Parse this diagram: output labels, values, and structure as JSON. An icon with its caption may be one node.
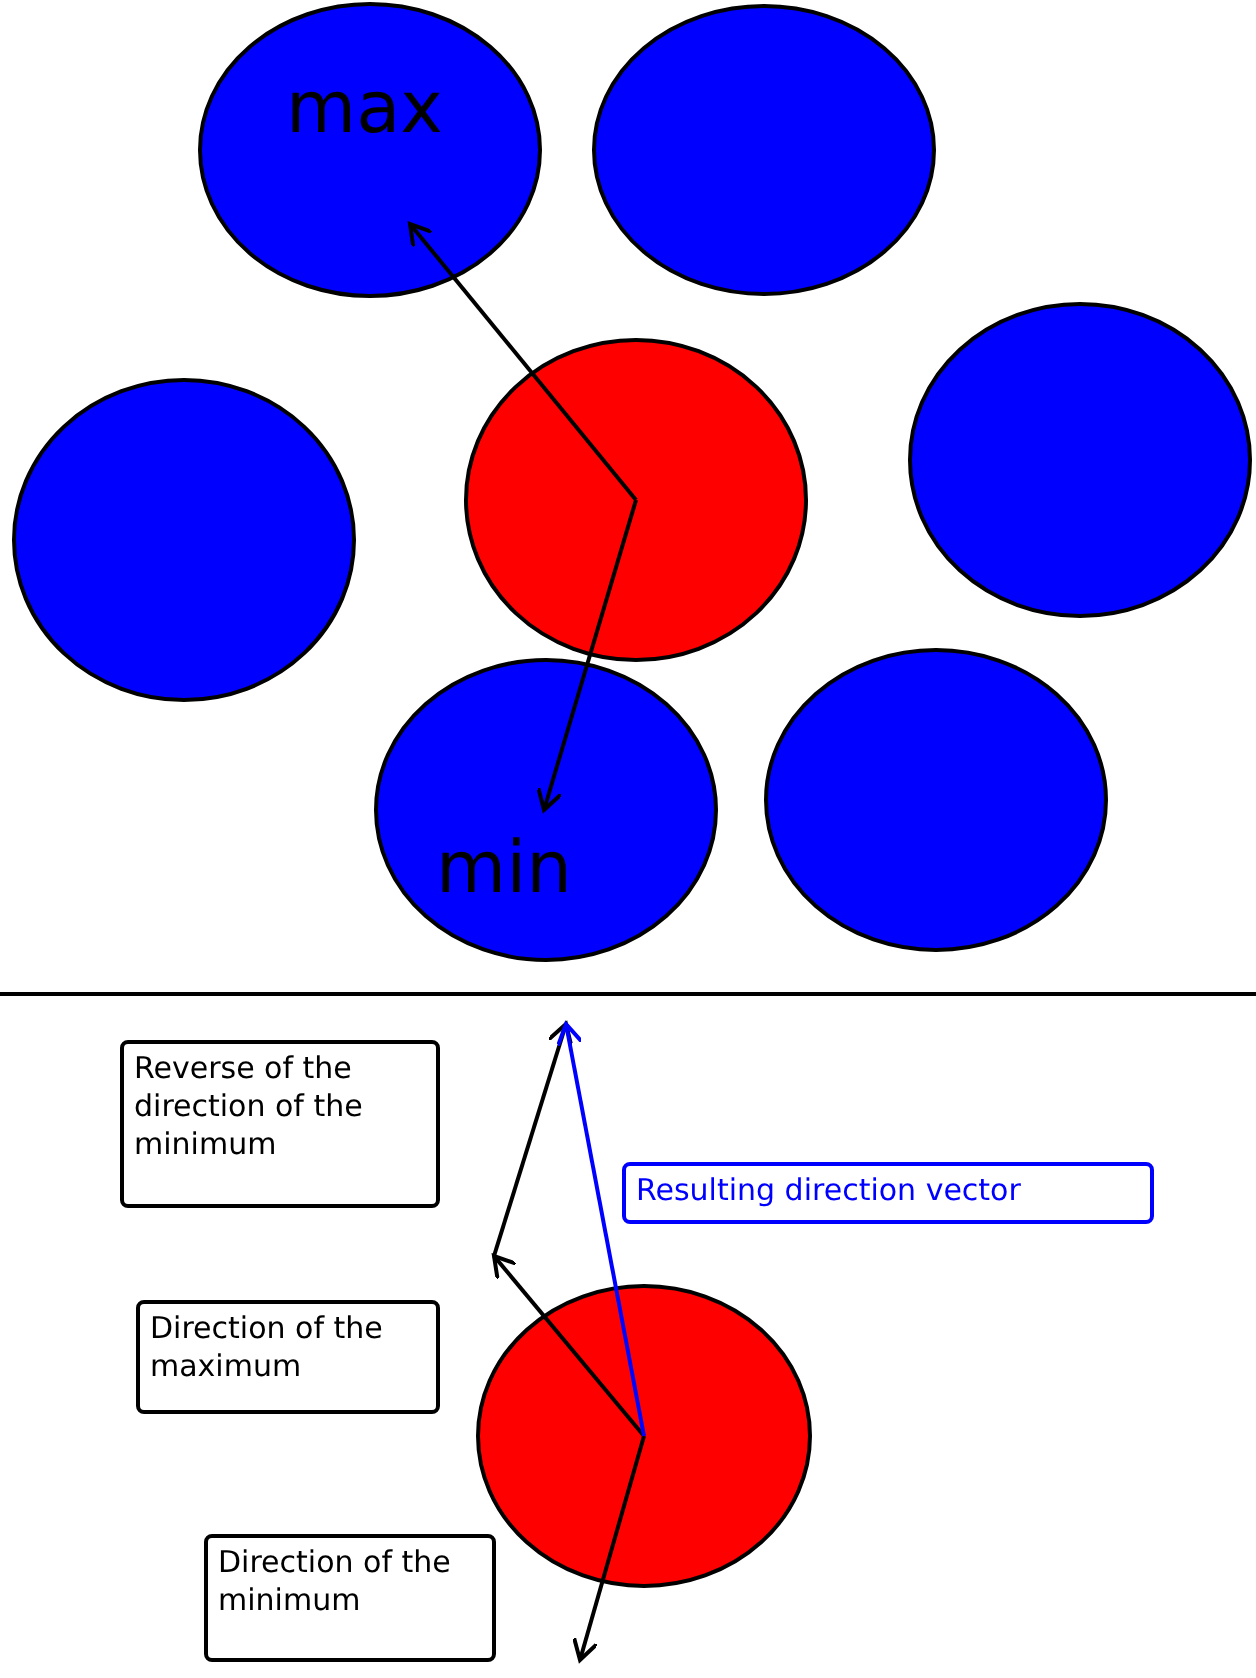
{
  "diagram": {
    "nodes": [
      {
        "text": [
          "max"
        ]
      },
      {
        "text": [],
        "shape": "circle"
      },
      {
        "text": [],
        "shape": "circle"
      },
      {
        "text": [],
        "shape": "circle"
      },
      {
        "text": [],
        "shape": "circle"
      },
      {
        "text": [
          "min"
        ]
      },
      {
        "text": [],
        "shape": "circle"
      },
      {
        "text": [
          "Reverse of the direction of the minimum"
        ]
      },
      {
        "text": [
          "Resulting direction vector"
        ]
      },
      {
        "text": [
          "Direction of the maximum"
        ]
      },
      {
        "text": [],
        "shape": "circle"
      },
      {
        "text": [
          "Direction of the minimum"
        ]
      }
    ],
    "edges": [
      {
        "from": 3,
        "to": 0,
        "arrow": "to"
      },
      {
        "from": 3,
        "to": 5,
        "arrow": "to"
      }
    ]
  }
}
